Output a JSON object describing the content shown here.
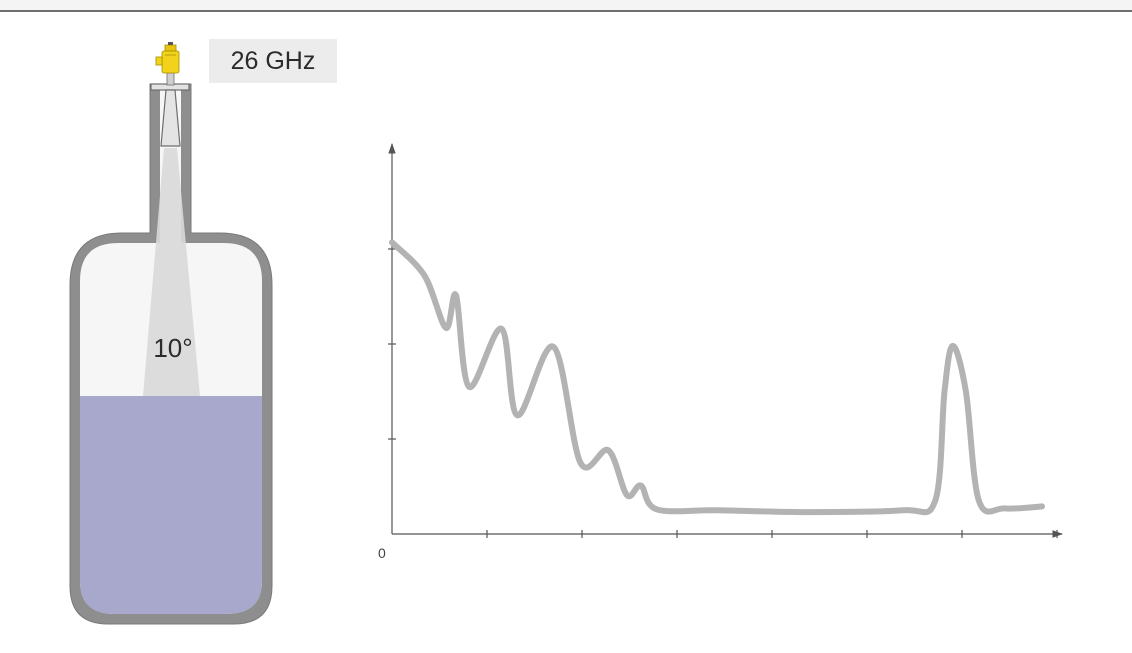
{
  "frequency_label": "26 GHz",
  "beam_angle_label": "10°",
  "axis_origin_label": "0",
  "colors": {
    "vessel_wall": "#8e8e8e",
    "vessel_interior": "#f6f6f6",
    "beam": "#d9d9d9",
    "liquid": "#a8a8cc",
    "sensor_head": "#f2d21a",
    "echo_curve": "#b3b3b3",
    "axis": "#555555"
  },
  "chart_data": {
    "type": "line",
    "title": "",
    "xlabel": "",
    "ylabel": "",
    "xlim": [
      0,
      7
    ],
    "ylim": [
      0,
      3
    ],
    "x_ticks": 7,
    "y_ticks": 3,
    "grid": false,
    "series": [
      {
        "points": [
          [
            0,
            3.07
          ],
          [
            0.35,
            2.72
          ],
          [
            0.58,
            2.17
          ],
          [
            0.69,
            2.51
          ],
          [
            0.83,
            1.55
          ],
          [
            1.18,
            2.16
          ],
          [
            1.35,
            1.25
          ],
          [
            1.74,
            1.97
          ],
          [
            2.03,
            0.75
          ],
          [
            2.33,
            0.88
          ],
          [
            2.53,
            0.41
          ],
          [
            2.68,
            0.51
          ],
          [
            2.85,
            0.26
          ],
          [
            3.5,
            0.25
          ],
          [
            4.5,
            0.23
          ],
          [
            5.5,
            0.25
          ],
          [
            5.85,
            0.35
          ],
          [
            5.95,
            1.5
          ],
          [
            6.04,
            1.98
          ],
          [
            6.18,
            1.5
          ],
          [
            6.32,
            0.35
          ],
          [
            6.6,
            0.27
          ],
          [
            7.0,
            0.29
          ]
        ]
      }
    ]
  }
}
